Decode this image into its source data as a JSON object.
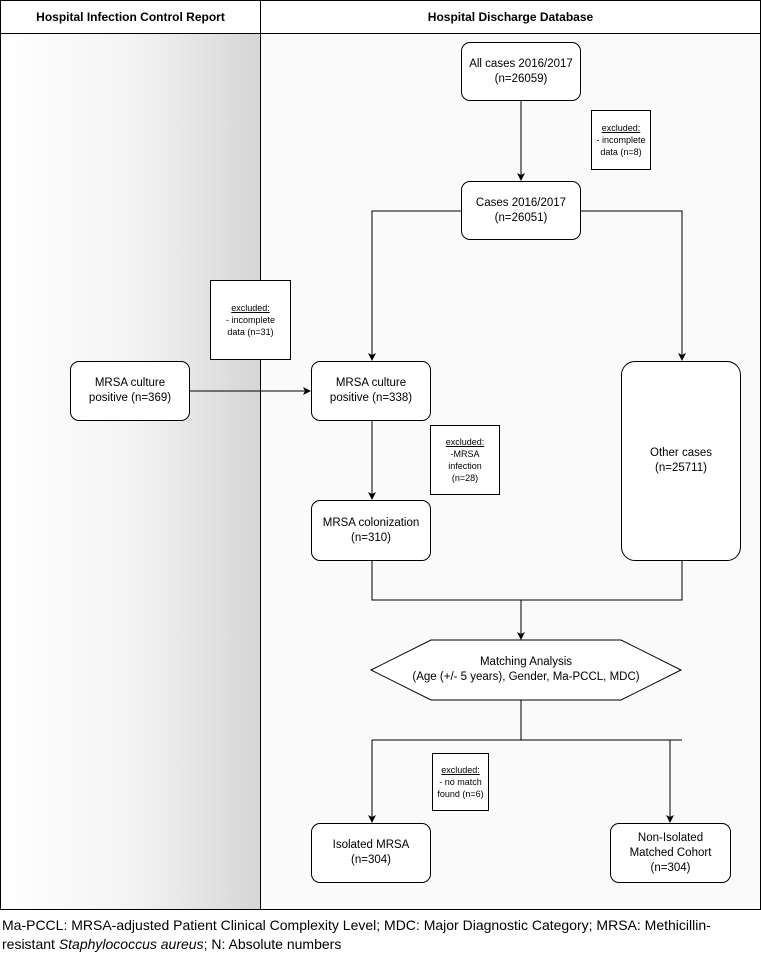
{
  "lanes": {
    "left_title": "Hospital Infection Control Report",
    "right_title": "Hospital Discharge Database"
  },
  "nodes": {
    "all_cases": {
      "line1": "All cases 2016/2017",
      "line2": "(n=26059)"
    },
    "cases": {
      "line1": "Cases 2016/2017",
      "line2": "(n=26051)"
    },
    "mrsa_369": {
      "line1": "MRSA culture",
      "line2": "positive (n=369)"
    },
    "mrsa_338": {
      "line1": "MRSA culture",
      "line2": "positive (n=338)"
    },
    "colonization": {
      "line1": "MRSA colonization",
      "line2": "(n=310)"
    },
    "other": {
      "line1": "Other cases",
      "line2": "(n=25711)"
    },
    "matching": {
      "line1": "Matching Analysis",
      "line2": "(Age (+/- 5 years), Gender, Ma-PCCL, MDC)"
    },
    "isolated": {
      "line1": "Isolated MRSA",
      "line2": "(n=304)"
    },
    "non_isolated": {
      "line1": "Non-Isolated",
      "line2": "Matched Cohort",
      "line3": "(n=304)"
    }
  },
  "exclusions": {
    "e8": {
      "head": "excluded:",
      "line1": "- incomplete",
      "line2": "data (n=8)"
    },
    "e31": {
      "head": "excluded:",
      "line1": "- incomplete",
      "line2": "data (n=31)"
    },
    "e28": {
      "head": "excluded:",
      "line1": "-MRSA",
      "line2": "infection",
      "line3": "(n=28)"
    },
    "e6": {
      "head": "excluded:",
      "line1": "- no match",
      "line2": "found (n=6)"
    }
  },
  "caption": {
    "part1": "Ma-PCCL: MRSA-adjusted Patient Clinical Complexity Level; MDC: Major Diagnostic Category; MRSA: Methicillin-resistant ",
    "italic": "Staphylococcus aureus",
    "part2": "; N: Absolute numbers"
  }
}
